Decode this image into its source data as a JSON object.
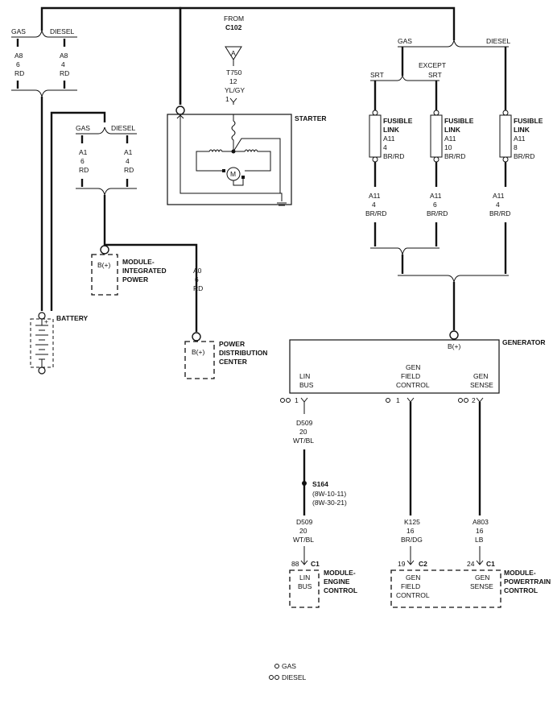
{
  "top_left_splice": {
    "gas": "GAS",
    "diesel": "DIESEL",
    "gas_wire": [
      "A8",
      "6",
      "RD"
    ],
    "diesel_wire": [
      "A8",
      "4",
      "RD"
    ]
  },
  "starter": {
    "from": "FROM",
    "connector": "C102",
    "pin_letter": "A",
    "wire": [
      "T750",
      "12",
      "YL/GY"
    ],
    "pin": "1",
    "label": "STARTER",
    "motor_symbol": "M"
  },
  "mid_splice": {
    "gas": "GAS",
    "diesel": "DIESEL",
    "gas_wire": [
      "A1",
      "6",
      "RD"
    ],
    "diesel_wire": [
      "A1",
      "4",
      "RD"
    ]
  },
  "module_integrated_power": {
    "terminal": "B(+)",
    "label": [
      "MODULE-",
      "INTEGRATED",
      "POWER"
    ]
  },
  "battery": {
    "label": "BATTERY"
  },
  "pdc": {
    "wire": [
      "A0",
      "6",
      "RD"
    ],
    "terminal": "B(+)",
    "label": [
      "POWER",
      "DISTRIBUTION",
      "CENTER"
    ]
  },
  "right_splice": {
    "gas": "GAS",
    "diesel": "DIESEL",
    "except": "EXCEPT",
    "srt": "SRT",
    "except_srt": "SRT"
  },
  "fusible_links": [
    {
      "title": [
        "FUSIBLE",
        "LINK"
      ],
      "spec": [
        "A11",
        "4",
        "BR/RD"
      ],
      "wire": [
        "A11",
        "4",
        "BR/RD"
      ]
    },
    {
      "title": [
        "FUSIBLE",
        "LINK"
      ],
      "spec": [
        "A11",
        "10",
        "BR/RD"
      ],
      "wire": [
        "A11",
        "6",
        "BR/RD"
      ]
    },
    {
      "title": [
        "FUSIBLE",
        "LINK"
      ],
      "spec": [
        "A11",
        "8",
        "BR/RD"
      ],
      "wire": [
        "A11",
        "4",
        "BR/RD"
      ]
    }
  ],
  "generator": {
    "label": "GENERATOR",
    "terminal": "B(+)",
    "lin_bus": [
      "LIN",
      "BUS"
    ],
    "field_control": [
      "GEN",
      "FIELD",
      "CONTROL"
    ],
    "sense": [
      "GEN",
      "SENSE"
    ],
    "pin_lin": "1",
    "pin_field": "1",
    "pin_sense": "2"
  },
  "wires": {
    "lin_upper": [
      "D509",
      "20",
      "WT/BL"
    ],
    "splice": "S164",
    "splice_refs": [
      "(8W-10-11)",
      "(8W-30-21)"
    ],
    "lin_lower": [
      "D509",
      "20",
      "WT/BL"
    ],
    "field": [
      "K125",
      "16",
      "BR/DG"
    ],
    "sense": [
      "A803",
      "16",
      "LB"
    ]
  },
  "ecm": {
    "pin": "88",
    "connector": "C1",
    "inner": [
      "LIN",
      "BUS"
    ],
    "label": [
      "MODULE-",
      "ENGINE",
      "CONTROL"
    ]
  },
  "pcm": {
    "pin_field": "19",
    "connector_field": "C2",
    "pin_sense": "24",
    "connector_sense": "C1",
    "field_inner": [
      "GEN",
      "FIELD",
      "CONTROL"
    ],
    "sense_inner": [
      "GEN",
      "SENSE"
    ],
    "label": [
      "MODULE-",
      "POWERTRAIN",
      "CONTROL"
    ]
  },
  "legend": {
    "gas": "GAS",
    "diesel": "DIESEL"
  }
}
